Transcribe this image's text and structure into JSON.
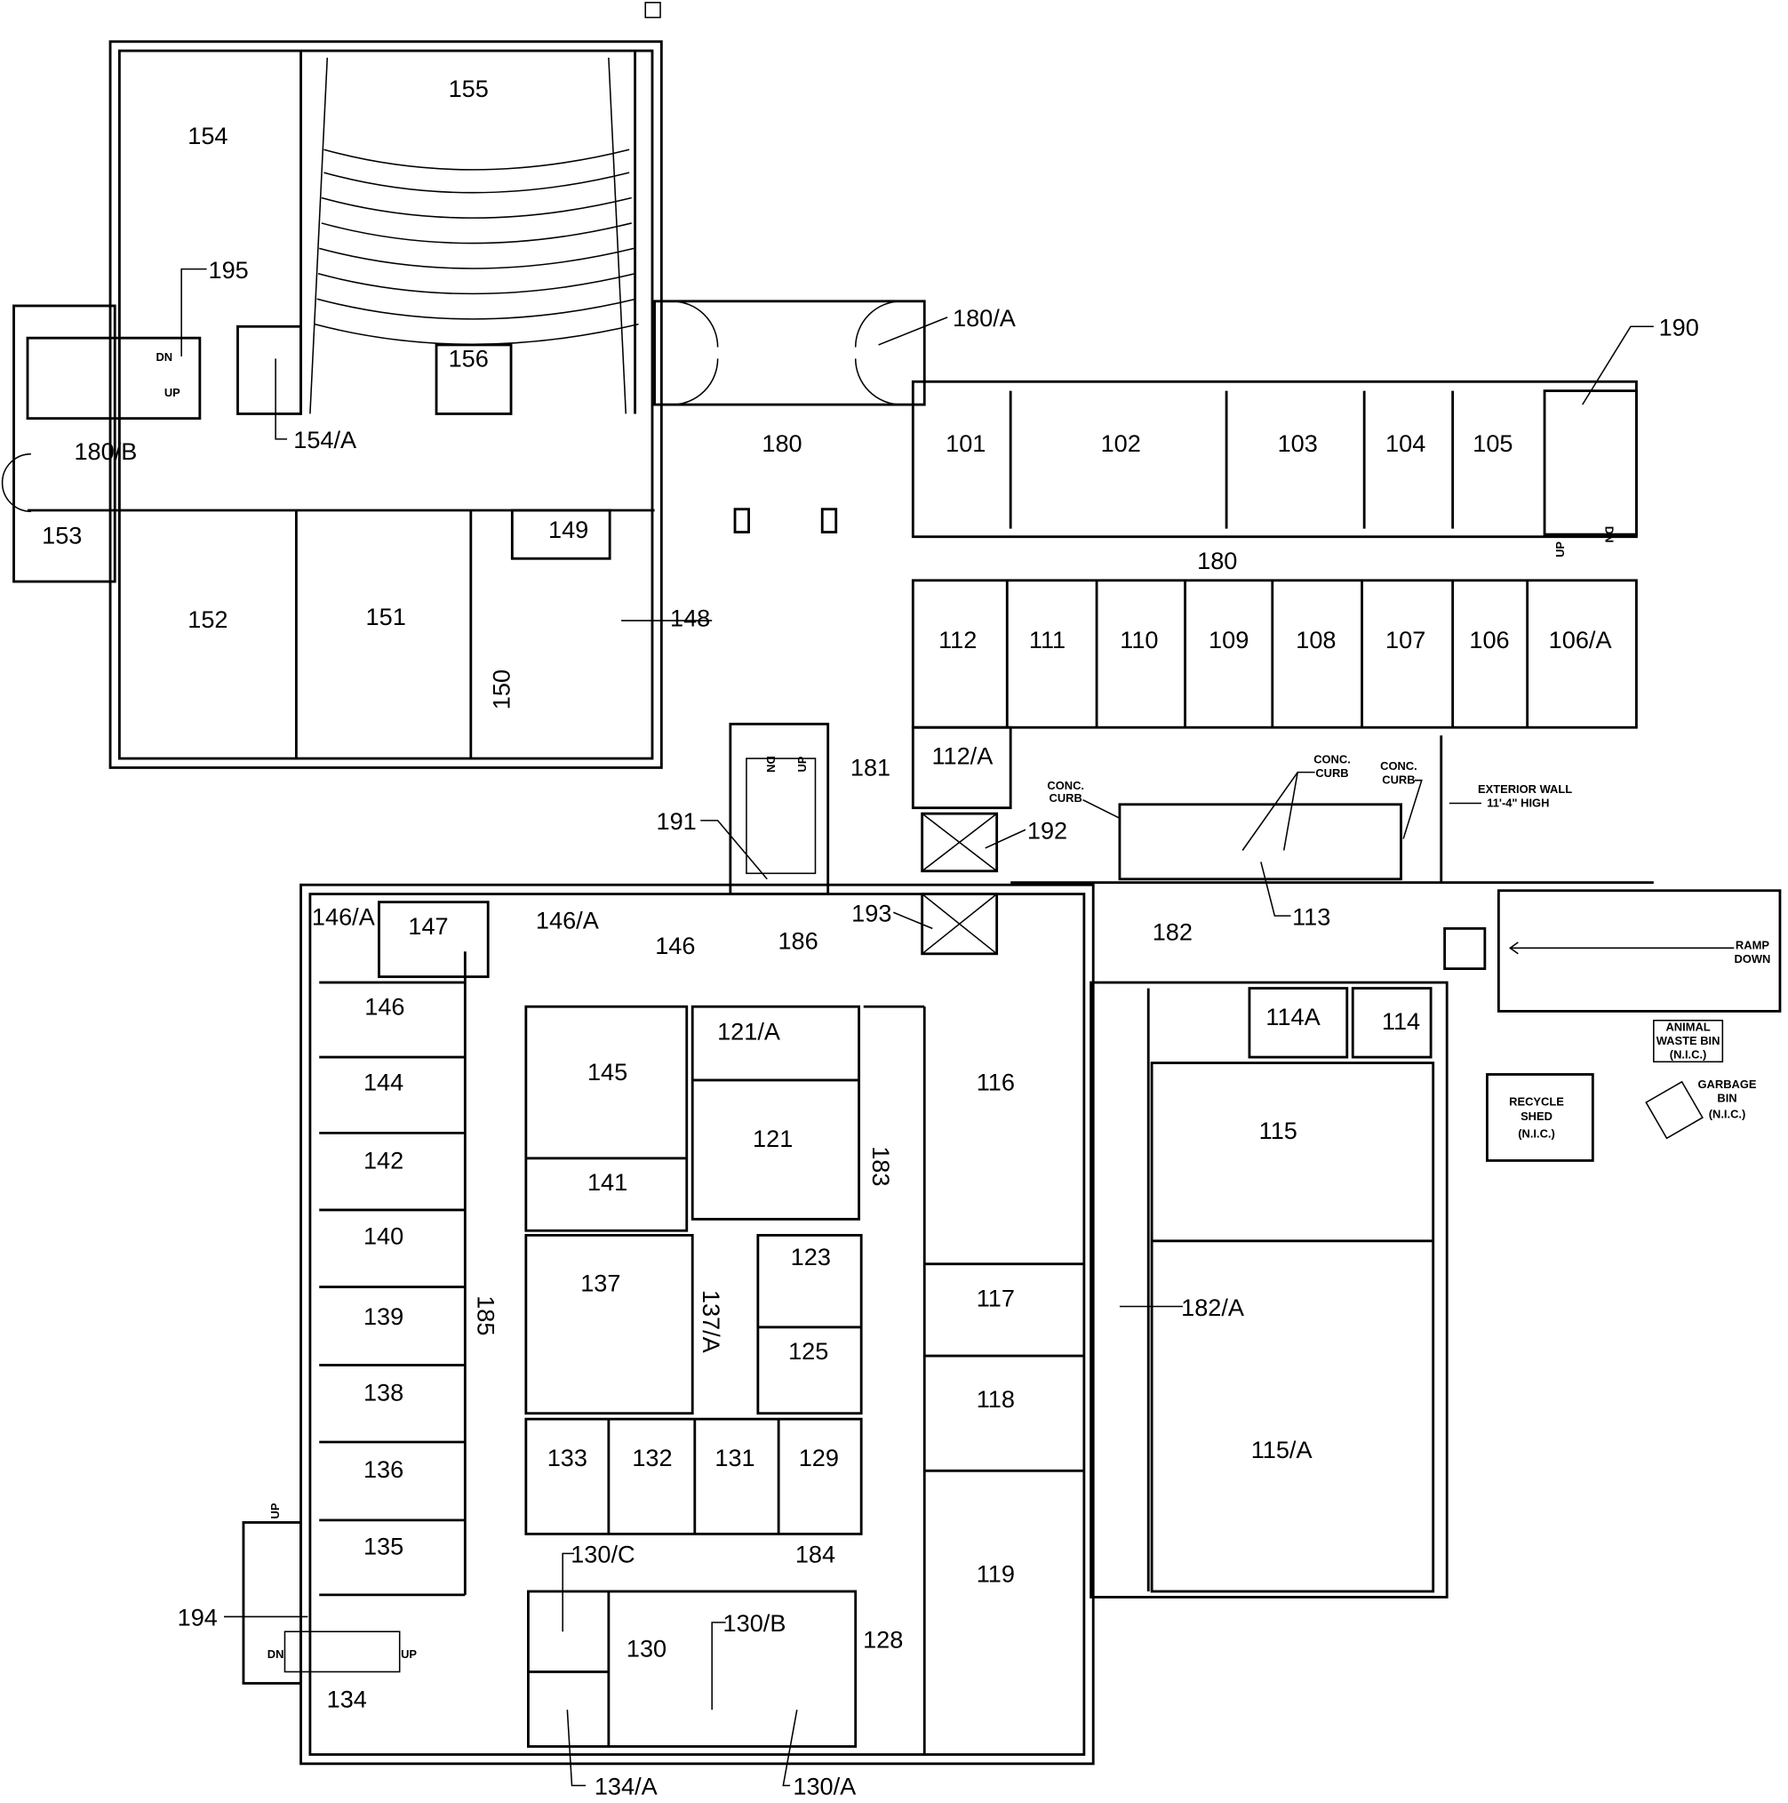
{
  "rooms": [
    "155",
    "154",
    "195",
    "156",
    "180/A",
    "190",
    "180/B",
    "154/A",
    "180",
    "101",
    "102",
    "103",
    "104",
    "105",
    "153",
    "149",
    "152",
    "151",
    "148",
    "150",
    "180",
    "112",
    "111",
    "110",
    "109",
    "108",
    "107",
    "106",
    "106/A",
    "112/A",
    "181",
    "192",
    "191",
    "193",
    "182",
    "113",
    "146/A",
    "147",
    "146/A",
    "146",
    "186",
    "146",
    "121/A",
    "114A",
    "114",
    "145",
    "116",
    "144",
    "121",
    "183",
    "115",
    "142",
    "141",
    "140",
    "123",
    "137",
    "137/A",
    "117",
    "182/A",
    "139",
    "185",
    "125",
    "138",
    "118",
    "115/A",
    "133",
    "132",
    "131",
    "129",
    "136",
    "135",
    "130/C",
    "184",
    "119",
    "194",
    "130/B",
    "130",
    "128",
    "134",
    "134/A",
    "130/A"
  ],
  "notes": {
    "conc_curb_1": [
      "CONC.",
      "CURB"
    ],
    "conc_curb_2": [
      "CONC.",
      "CURB"
    ],
    "conc_curb_3": [
      "CONC.",
      "CURB"
    ],
    "exterior_wall": [
      "EXTERIOR WALL",
      "11'-4\" HIGH"
    ],
    "ramp": [
      "RAMP",
      "DOWN"
    ],
    "animal_waste": [
      "ANIMAL",
      "WASTE BIN",
      "(N.I.C.)"
    ],
    "garbage": [
      "GARBAGE",
      "BIN",
      "(N.I.C.)"
    ],
    "recycle": [
      "RECYCLE",
      "SHED",
      "(N.I.C.)"
    ]
  },
  "stairs": {
    "up": "UP",
    "dn": "DN"
  }
}
